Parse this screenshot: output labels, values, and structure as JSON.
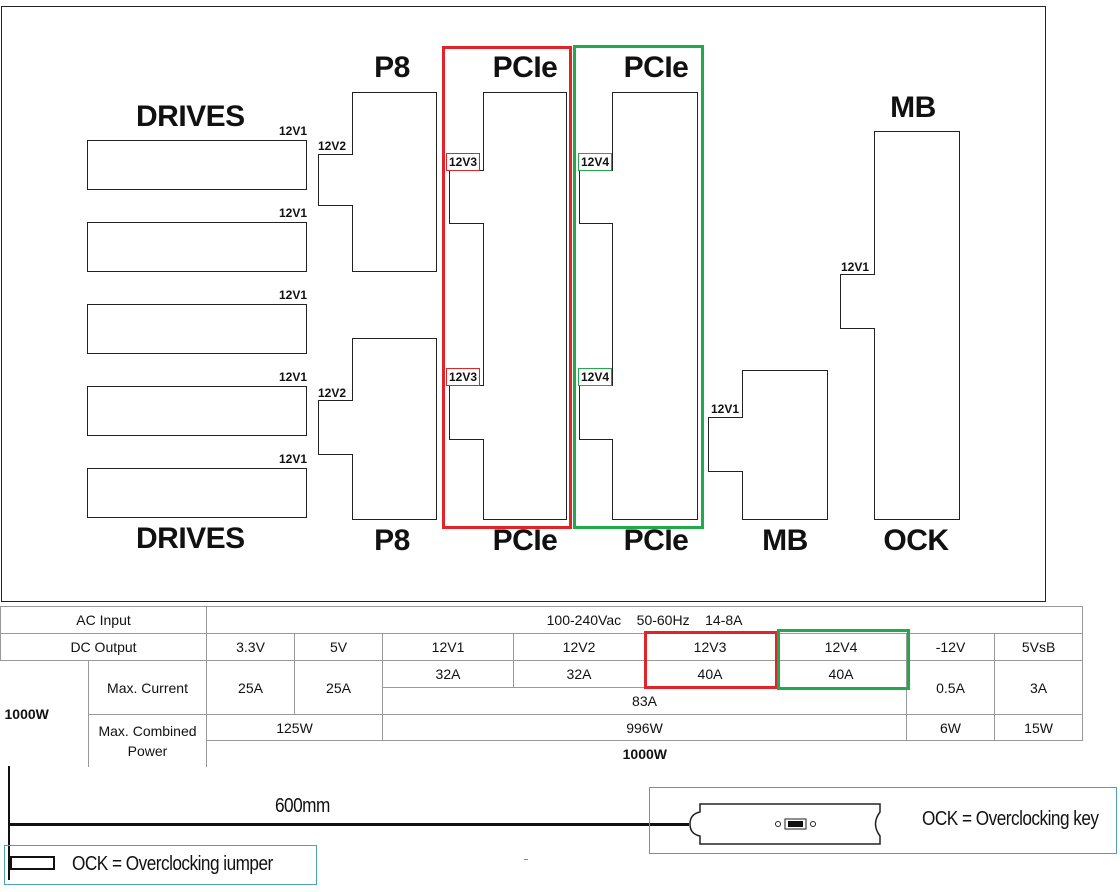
{
  "diagram": {
    "sections": {
      "drives_top": "DRIVES",
      "drives_bottom": "DRIVES",
      "p8_top": "P8",
      "p8_bottom": "P8",
      "pcie_a_top": "PCIe",
      "pcie_a_bottom": "PCIe",
      "pcie_b_top": "PCIe",
      "pcie_b_bottom": "PCIe",
      "mb_top": "MB",
      "mb_bottom": "MB",
      "ock": "OCK"
    },
    "rail_labels": {
      "drive1": "12V1",
      "drive2": "12V1",
      "drive3": "12V1",
      "drive4": "12V1",
      "drive5": "12V1",
      "p8_top": "12V2",
      "p8_bottom": "12V2",
      "pcie_a_top": "12V3",
      "pcie_a_bottom": "12V3",
      "pcie_b_top": "12V4",
      "pcie_b_bottom": "12V4",
      "mb_small": "12V1",
      "mb_large": "12V1"
    },
    "highlight_colors": {
      "red": "#e0242a",
      "green": "#22a94b",
      "blue": "#4aa3b5"
    }
  },
  "spec_table": {
    "ac_input_label": "AC Input",
    "ac_input_value": "100-240Vac    50-60Hz    14-8A",
    "dc_output_label": "DC Output",
    "rails": [
      "3.3V",
      "5V",
      "12V1",
      "12V2",
      "12V3",
      "12V4",
      "-12V",
      "5VsB"
    ],
    "model": "1000W",
    "max_current_label": "Max. Current",
    "current": {
      "v33": "25A",
      "v5": "25A",
      "v12_1": "32A",
      "v12_2": "32A",
      "v12_3": "40A",
      "v12_4": "40A",
      "v12_combined": "83A",
      "vneg12": "0.5A",
      "v5sb": "3A"
    },
    "max_power_label": "Max. Combined Power",
    "power": {
      "low": "125W",
      "v12": "996W",
      "vneg12": "6W",
      "v5sb": "15W",
      "total": "1000W"
    }
  },
  "cable": {
    "length": "600mm",
    "key_note": "OCK = Overclocking key",
    "jumper_note": "OCK = Overclocking iumper"
  }
}
